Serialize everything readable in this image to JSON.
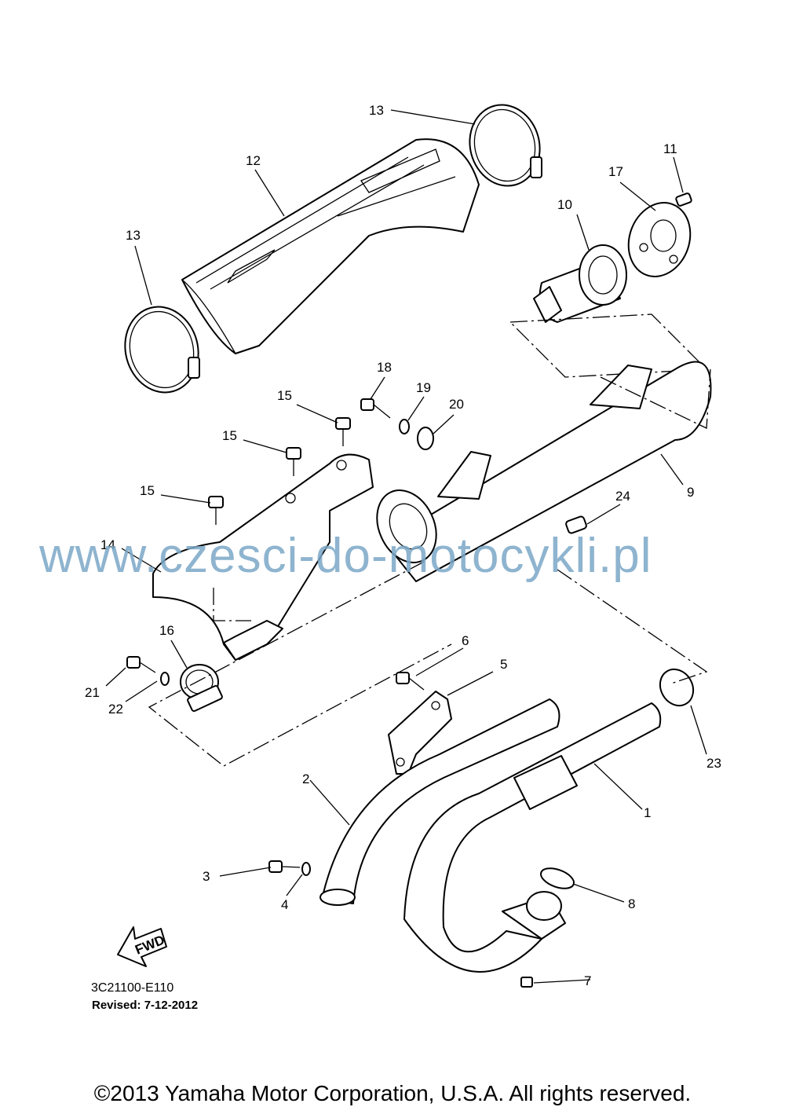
{
  "diagram": {
    "callouts": [
      "1",
      "2",
      "3",
      "4",
      "5",
      "6",
      "7",
      "8",
      "9",
      "10",
      "11",
      "12",
      "13",
      "13",
      "14",
      "15",
      "15",
      "15",
      "16",
      "17",
      "18",
      "19",
      "20",
      "21",
      "22",
      "23",
      "24"
    ],
    "fwd_label": "FWD",
    "diagram_code": "3C21100-E110",
    "revised": "Revised: 7-12-2012"
  },
  "watermark": "www.czesci-do-motocykli.pl",
  "copyright": "©2013 Yamaha Motor Corporation, U.S.A. All rights reserved."
}
